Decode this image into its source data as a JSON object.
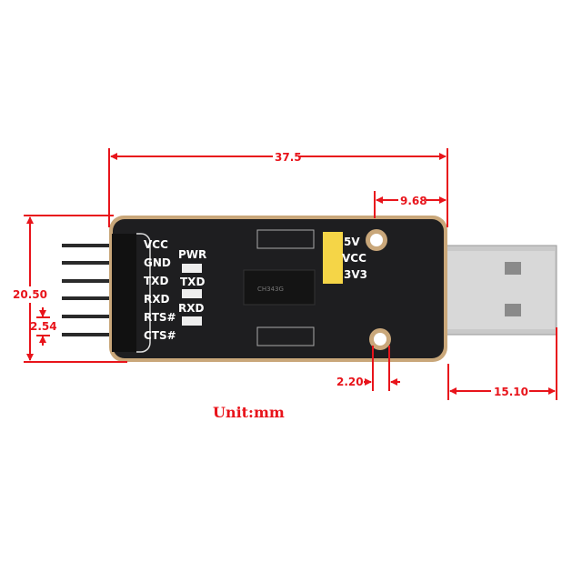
{
  "dimensions": {
    "length": "37.5",
    "usb_offset": "9.68",
    "width": "20.50",
    "pin_pitch": "2.54",
    "hole_diameter": "2.20",
    "usb_length": "15.10"
  },
  "unit_label": "Unit:mm",
  "pin_labels": [
    "VCC",
    "GND",
    "TXD",
    "RXD",
    "RTS#",
    "CTS#"
  ],
  "led_labels": [
    "PWR",
    "TXD",
    "RXD"
  ],
  "jumper_labels": [
    "5V",
    "VCC",
    "3V3"
  ],
  "chip_marking": "CH343G",
  "colors": {
    "dimension": "#e8141b",
    "pcb": "#1e1e20",
    "jumper": "#f5d547"
  }
}
